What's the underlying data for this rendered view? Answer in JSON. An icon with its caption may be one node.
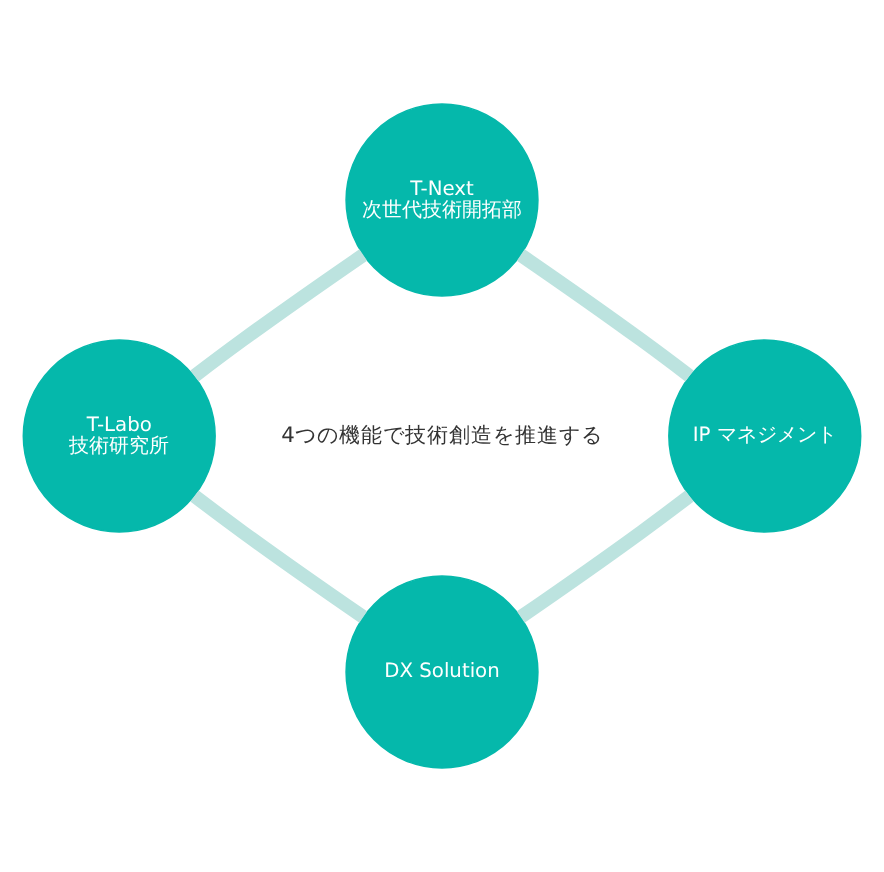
{
  "diagram": {
    "nodes": [
      {
        "text": [
          "T-Next",
          "次世代技術開拓部"
        ]
      },
      {
        "text": [
          "T-Labo",
          "技術研究所"
        ]
      },
      {
        "text": [
          "IP マネジメント"
        ]
      },
      {
        "text": [
          "DX Solution"
        ]
      }
    ],
    "edges": [
      {
        "from": 0,
        "to": 2,
        "arrow": "none",
        "color": "#bce3df"
      },
      {
        "from": 2,
        "to": 3,
        "arrow": "none",
        "color": "#bce3df"
      },
      {
        "from": 3,
        "to": 1,
        "arrow": "none",
        "color": "#bce3df"
      },
      {
        "from": 1,
        "to": 0,
        "arrow": "none",
        "color": "#bce3df"
      }
    ],
    "labels": [
      "4つの機能で技術創造を推進する"
    ]
  }
}
